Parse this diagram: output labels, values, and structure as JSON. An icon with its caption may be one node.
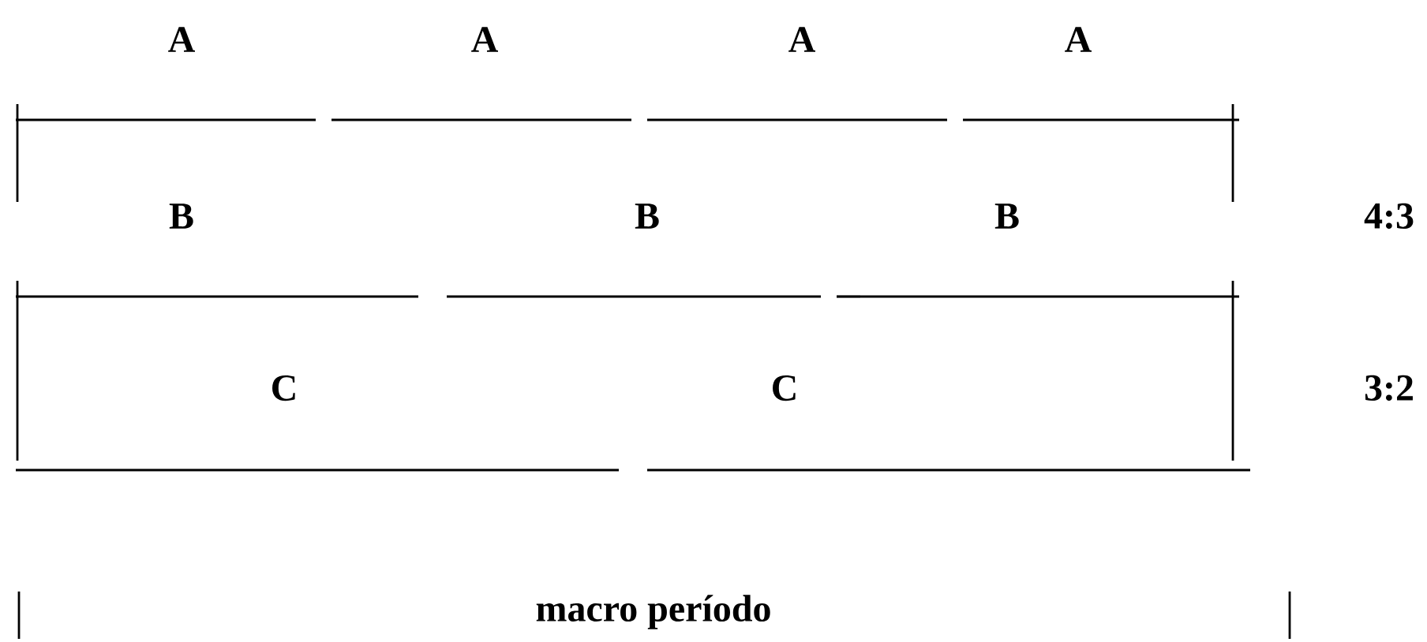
{
  "diagram": {
    "labels": [
      "A",
      "A",
      "A",
      "A",
      "B",
      "B",
      "B",
      "4:3",
      "C",
      "C",
      "3:2",
      "macro período"
    ]
  }
}
